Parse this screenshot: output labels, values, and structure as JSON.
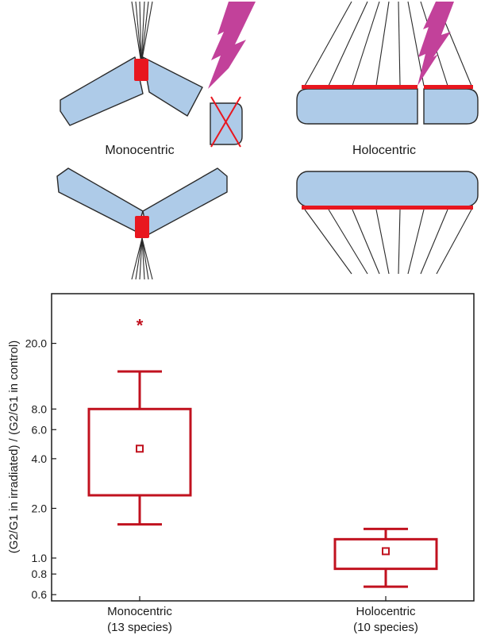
{
  "diagram": {
    "labels": {
      "monocentric": "Monocentric",
      "holocentric": "Holocentric"
    },
    "colors": {
      "chromosome_fill": "#aecbe8",
      "chromosome_stroke": "#2a2a2a",
      "kinetochore": "#e8171f",
      "lightning": "#c2419a",
      "spindle": "#2a2a2a",
      "cross": "#e8171f"
    }
  },
  "chart_data": {
    "type": "boxplot",
    "ylabel": "(G2/G1 in irradiated) / (G2/G1 in control)",
    "yscale": "log",
    "ylim": [
      0.55,
      40
    ],
    "yticks": [
      0.6,
      0.8,
      1.0,
      2.0,
      4.0,
      6.0,
      8.0,
      20.0
    ],
    "ytick_labels": [
      "0.6",
      "0.8",
      "1.0",
      "2.0",
      "4.0",
      "6.0",
      "8.0",
      "20.0"
    ],
    "categories": [
      {
        "line1": "Monocentric",
        "line2": "(13 species)"
      },
      {
        "line1": "Holocentric",
        "line2": "(10 species)"
      }
    ],
    "boxes": [
      {
        "whisker_low": 1.6,
        "q1": 2.4,
        "mean": 4.6,
        "q3": 8.0,
        "whisker_high": 13.5,
        "outliers": [
          27
        ]
      },
      {
        "whisker_low": 0.67,
        "q1": 0.86,
        "mean": 1.1,
        "q3": 1.3,
        "whisker_high": 1.5,
        "outliers": []
      }
    ],
    "outlier_marker": "*",
    "color": "#c1121f"
  }
}
